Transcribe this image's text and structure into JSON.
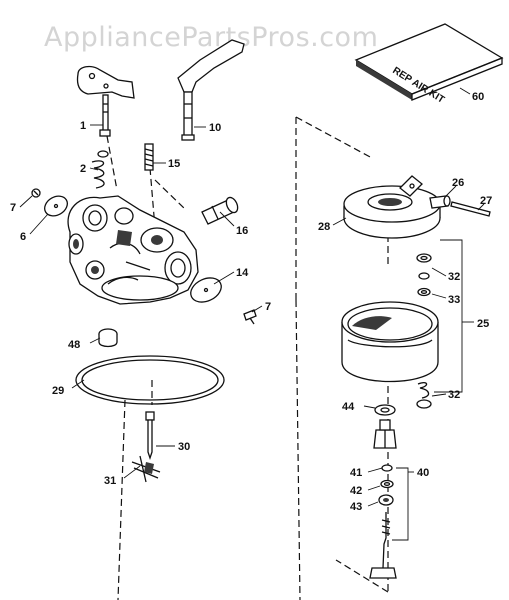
{
  "watermark": "AppliancePartsPros.com",
  "kit": {
    "label": "REP AIR KIT"
  },
  "callouts": [
    "1",
    "2",
    "6",
    "7",
    "10",
    "15",
    "16",
    "14",
    "7",
    "48",
    "29",
    "30",
    "31",
    "60",
    "26",
    "27",
    "28",
    "32",
    "33",
    "25",
    "32",
    "44",
    "41",
    "42",
    "43",
    "40"
  ],
  "colors": {
    "ink": "#111111",
    "watermark": "#d4d4d4",
    "background": "#ffffff"
  }
}
